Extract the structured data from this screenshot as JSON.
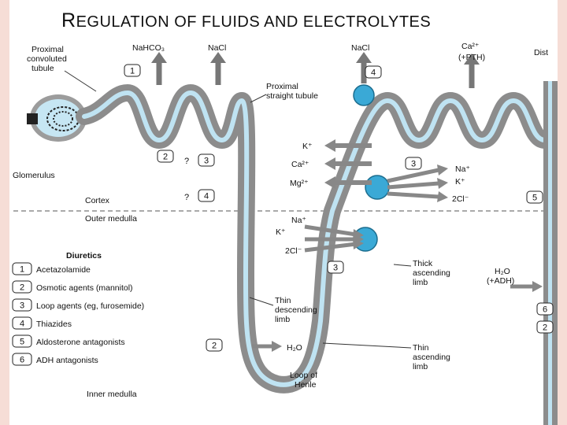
{
  "title": {
    "first_letter": "R",
    "rest": "EGULATION OF FLUIDS AND ELECTROLYTES"
  },
  "colors": {
    "tubule_fill": "#8c8c8c",
    "lumen": "#bfe3f2",
    "cell_circle": "#3aa9d6",
    "border": "#f6ddd6"
  },
  "labels": {
    "proximal_conv_1": "Proximal",
    "proximal_conv_2": "convoluted",
    "proximal_conv_3": "tubule",
    "nahco3": "NaHCO₃",
    "nacl_1": "NaCl",
    "nacl_2": "NaCl",
    "ca": "Ca²⁺",
    "pth": "(+PTH)",
    "dist": "Dist",
    "prox_straight_1": "Proximal",
    "prox_straight_2": "straight tubule",
    "glomerulus": "Glomerulus",
    "cortex": "Cortex",
    "outer_medulla": "Outer medulla",
    "k_out": "K⁺",
    "ca_out": "Ca²⁺",
    "mg_out": "Mg²⁺",
    "na_in": "Na⁺",
    "k_in": "K⁺",
    "cl_in": "2Cl⁻",
    "na_in2": "Na⁺",
    "k_in2": "K⁺",
    "cl_in2": "2Cl⁻",
    "thick_1": "Thick",
    "thick_2": "ascending",
    "thick_3": "limb",
    "thin_desc_1": "Thin",
    "thin_desc_2": "descending",
    "thin_desc_3": "limb",
    "h2o_1": "H₂O",
    "h2o_2": "H₂O",
    "adh": "(+ADH)",
    "thin_asc_1": "Thin",
    "thin_asc_2": "ascending",
    "thin_asc_3": "limb",
    "loop_1": "Loop of",
    "loop_2": "Henle",
    "inner_medulla": "Inner medulla",
    "q1": "?",
    "q2": "?"
  },
  "sites": {
    "s1": "1",
    "s2a": "2",
    "s3a": "3",
    "s4a": "4",
    "s4b": "4",
    "s3b": "3",
    "s3c": "3",
    "s5": "5",
    "s2b": "2",
    "s6": "6",
    "s2c": "2"
  },
  "legend": {
    "title": "Diuretics",
    "items": [
      {
        "num": "1",
        "label": "Acetazolamide"
      },
      {
        "num": "2",
        "label": "Osmotic agents (mannitol)"
      },
      {
        "num": "3",
        "label": "Loop agents (eg, furosemide)"
      },
      {
        "num": "4",
        "label": "Thiazides"
      },
      {
        "num": "5",
        "label": "Aldosterone antagonists"
      },
      {
        "num": "6",
        "label": "ADH antagonists"
      }
    ]
  }
}
